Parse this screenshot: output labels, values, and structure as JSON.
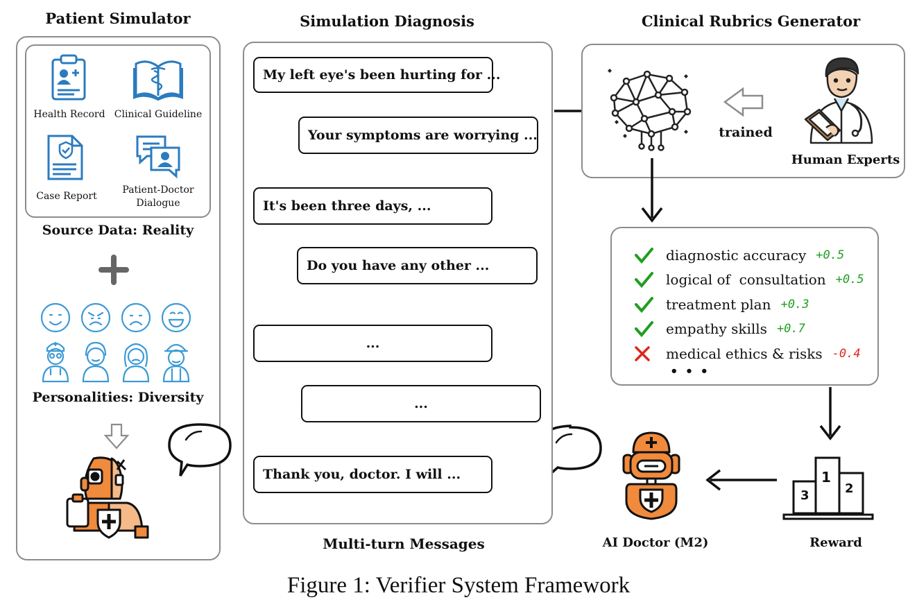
{
  "titles": {
    "patient_simulator": "Patient  Simulator",
    "simulation_diagnosis": "Simulation Diagnosis",
    "clinical_rubrics": "Clinical Rubrics Generator"
  },
  "source_items": [
    {
      "label": "Health Record",
      "icon": "clipboard-icon"
    },
    {
      "label": "Clinical Guideline",
      "icon": "medical-book-icon"
    },
    {
      "label": "Case Report",
      "icon": "document-shield-icon"
    },
    {
      "label_line1": "Patient-Doctor",
      "label_line2": "Dialogue",
      "icon": "dialogue-icon"
    }
  ],
  "source_caption": "Source Data: Reality",
  "personalities_caption": "Personalities:  Diversity",
  "messages": [
    "My left eye's been hurting for ...",
    "Your symptoms are worrying ...",
    "It's been three days, ...",
    "Do you have any other ...",
    "...",
    "...",
    "Thank you, doctor. I will ..."
  ],
  "messages_caption": "Multi-turn Messages",
  "trained_label": "trained",
  "human_experts_label": "Human Experts",
  "rubrics": [
    {
      "label": "diagnostic accuracy",
      "score": "+0.5",
      "status": "pass"
    },
    {
      "label": "logical of  consultation",
      "score": "+0.5",
      "status": "pass"
    },
    {
      "label": "treatment plan",
      "score": "+0.3",
      "status": "pass"
    },
    {
      "label": "empathy skills",
      "score": "+0.7",
      "status": "pass"
    },
    {
      "label": "medical ethics & risks",
      "score": "-0.4",
      "status": "fail"
    }
  ],
  "rubrics_more": "• • •",
  "ai_doctor_label": "AI Doctor (M2)",
  "reward_label": "Reward",
  "podium_numbers": [
    "3",
    "1",
    "2"
  ],
  "figure_caption": "Figure 1: Verifier System Framework",
  "colors": {
    "accent_orange": "#f08a3c",
    "icon_blue": "#2b7bbf",
    "pass_green": "#1f9e1f",
    "fail_red": "#e0251b",
    "panel_border": "#8c8c8c"
  }
}
